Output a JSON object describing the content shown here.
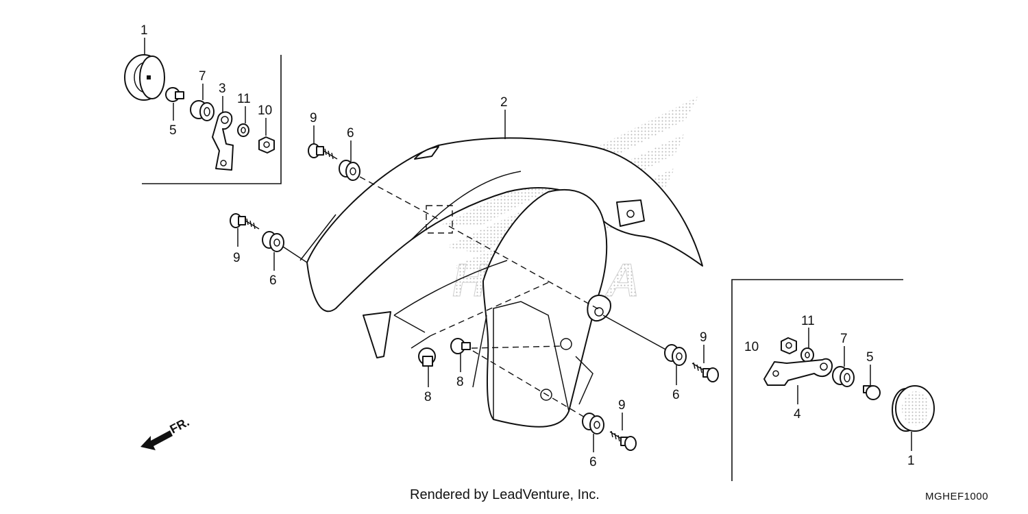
{
  "footer": {
    "credit": "Rendered by LeadVenture, Inc.",
    "code": "MGHEF1000"
  },
  "direction": {
    "label": "FR."
  },
  "watermark": {
    "text": "HONDA"
  },
  "callouts": {
    "c1a": "1",
    "c7a": "7",
    "c3": "3",
    "c11a": "11",
    "c10a": "10",
    "c5a": "5",
    "c2": "2",
    "c9a": "9",
    "c6a": "6",
    "c9b": "9",
    "c6b": "6",
    "c8a": "8",
    "c8b": "8",
    "c9c": "9",
    "c6c": "6",
    "c9d": "9",
    "c6d": "6",
    "c11b": "11",
    "c10b": "10",
    "c7b": "7",
    "c5b": "5",
    "c4": "4",
    "c1b": "1"
  },
  "colors": {
    "line": "#111111",
    "watermark": "#bfbfbf",
    "background": "#ffffff"
  }
}
